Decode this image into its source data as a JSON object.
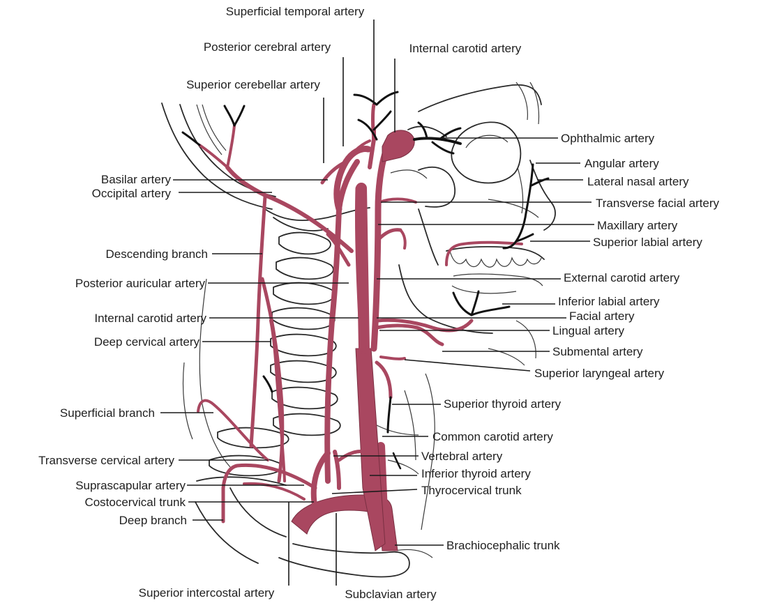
{
  "labels": {
    "superficial_temporal": "Superficial temporal artery",
    "posterior_cerebral": "Posterior cerebral artery",
    "internal_carotid_top": "Internal carotid artery",
    "superior_cerebellar": "Superior cerebellar artery",
    "ophthalmic": "Ophthalmic artery",
    "angular": "Angular artery",
    "lateral_nasal": "Lateral nasal artery",
    "basilar": "Basilar artery",
    "occipital": "Occipital artery",
    "transverse_facial": "Transverse facial artery",
    "maxillary": "Maxillary artery",
    "superior_labial": "Superior labial artery",
    "descending_branch": "Descending branch",
    "posterior_auricular": "Posterior auricular artery",
    "external_carotid": "External carotid artery",
    "inferior_labial": "Inferior labial artery",
    "facial": "Facial artery",
    "internal_carotid_mid": "Internal carotid artery",
    "lingual": "Lingual artery",
    "deep_cervical": "Deep cervical artery",
    "submental": "Submental artery",
    "superior_laryngeal": "Superior laryngeal artery",
    "superior_thyroid": "Superior thyroid artery",
    "superficial_branch": "Superficial branch",
    "common_carotid": "Common carotid artery",
    "transverse_cervical": "Transverse cervical artery",
    "vertebral": "Vertebral artery",
    "inferior_thyroid": "Inferior thyroid artery",
    "suprascapular": "Suprascapular artery",
    "thyrocervical": "Thyrocervical trunk",
    "costocervical": "Costocervical trunk",
    "deep_branch": "Deep branch",
    "brachiocephalic": "Brachiocephalic trunk",
    "superior_intercostal": "Superior intercostal artery",
    "subclavian": "Subclavian artery"
  }
}
